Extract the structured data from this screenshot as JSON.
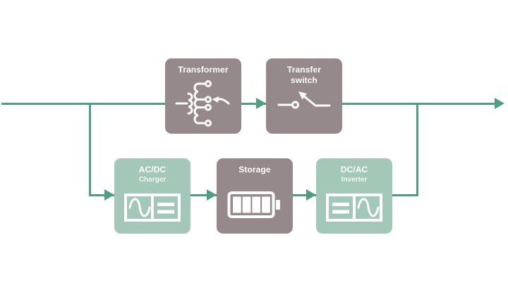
{
  "diagram": {
    "type": "power-flow-block-diagram",
    "flow_line_color": "#4F9E84",
    "icon_color": "#FFFFFF",
    "node_colors": {
      "mauve": "#96898B",
      "teal": "#A3C8B8"
    },
    "nodes": [
      {
        "id": "transformer",
        "label": "Transformer",
        "sublabel": "",
        "icon": "transformer-winding-taps-icon",
        "color": "mauve"
      },
      {
        "id": "transfer-switch",
        "label": "Transfer switch",
        "sublabel": "",
        "icon": "open-switch-icon",
        "color": "mauve"
      },
      {
        "id": "acdc-charger",
        "label": "AC/DC",
        "sublabel": "Charger",
        "icon": "ac-to-dc-converter-icon",
        "color": "teal"
      },
      {
        "id": "storage",
        "label": "Storage",
        "sublabel": "",
        "icon": "battery-icon",
        "color": "mauve"
      },
      {
        "id": "dcac-inverter",
        "label": "DC/AC",
        "sublabel": "Inverter",
        "icon": "dc-to-ac-converter-icon",
        "color": "teal"
      }
    ],
    "connections": [
      {
        "from": "power-input-line",
        "to": "transformer",
        "arrow": false
      },
      {
        "from": "transformer",
        "to": "transfer-switch",
        "arrow": true
      },
      {
        "from": "transfer-switch",
        "to": "power-output",
        "arrow": true
      },
      {
        "from": "power-input-line",
        "to": "acdc-charger",
        "arrow": true
      },
      {
        "from": "acdc-charger",
        "to": "storage",
        "arrow": true
      },
      {
        "from": "storage",
        "to": "dcac-inverter",
        "arrow": true
      },
      {
        "from": "dcac-inverter",
        "to": "power-output-line",
        "arrow": false
      }
    ]
  }
}
